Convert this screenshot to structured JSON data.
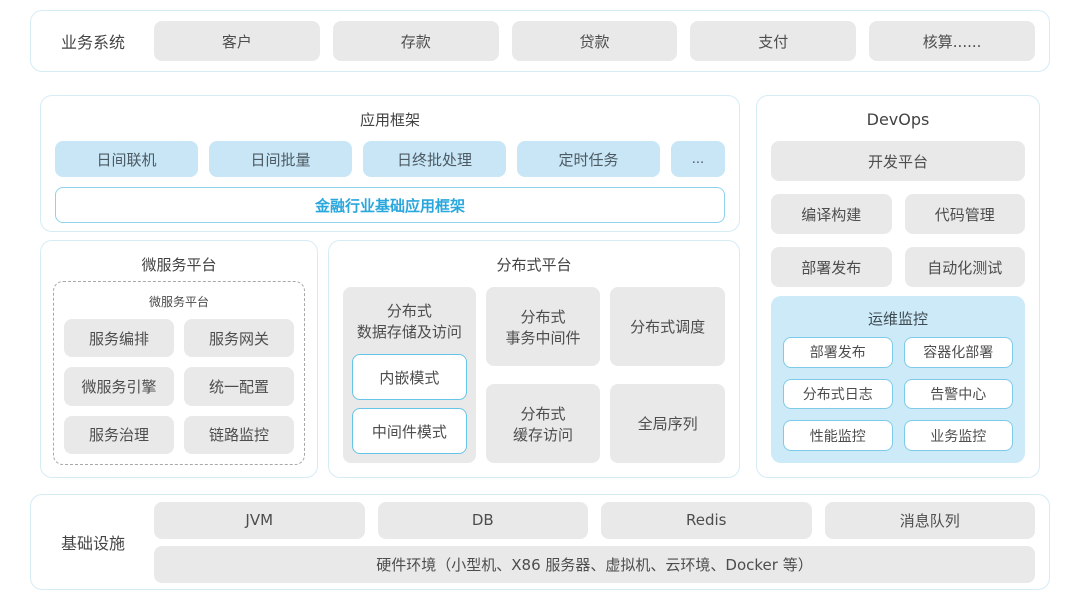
{
  "colors": {
    "outer_border": "#d5ecf5",
    "chip_gray": "#e9e9e9",
    "chip_blue": "#c8e6f6",
    "accent_blue_text": "#2aa7dd",
    "accent_blue_border": "#8ed2ec",
    "mode_border": "#66c4e8",
    "ops_panel_bg": "#cdeaf8",
    "ops_btn_border": "#7ecbe9",
    "text": "#4a4a4a"
  },
  "business_systems": {
    "label": "业务系统",
    "items": [
      "客户",
      "存款",
      "贷款",
      "支付",
      "核算......"
    ]
  },
  "app_framework": {
    "title": "应用框架",
    "modules": [
      "日间联机",
      "日间批量",
      "日终批处理",
      "定时任务",
      "..."
    ],
    "base_bar": "金融行业基础应用框架"
  },
  "microservice": {
    "title": "微服务平台",
    "inner_title": "微服务平台",
    "items": [
      "服务编排",
      "服务网关",
      "微服务引擎",
      "统一配置",
      "服务治理",
      "链路监控"
    ]
  },
  "distributed": {
    "title": "分布式平台",
    "storage": {
      "label": "分布式\n数据存储及访问",
      "modes": [
        "内嵌模式",
        "中间件模式"
      ]
    },
    "cells": [
      "分布式\n事务中间件",
      "分布式调度",
      "分布式\n缓存访问",
      "全局序列"
    ]
  },
  "devops": {
    "title": "DevOps",
    "platform": "开发平台",
    "tools": [
      "编译构建",
      "代码管理",
      "部署发布",
      "自动化测试"
    ],
    "ops_monitor": {
      "title": "运维监控",
      "items": [
        "部署发布",
        "容器化部署",
        "分布式日志",
        "告警中心",
        "性能监控",
        "业务监控"
      ]
    }
  },
  "infrastructure": {
    "label": "基础设施",
    "items": [
      "JVM",
      "DB",
      "Redis",
      "消息队列"
    ],
    "hardware": "硬件环境（小型机、X86 服务器、虚拟机、云环境、Docker 等）"
  }
}
